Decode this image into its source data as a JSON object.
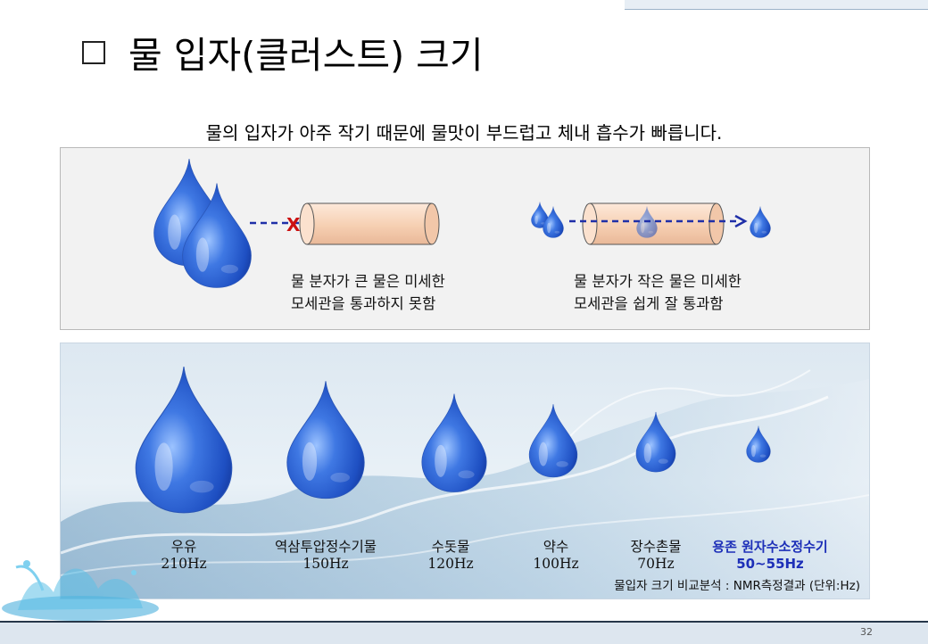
{
  "slide": {
    "title": "물 입자(클러스트) 크기",
    "subtitle": "물의 입자가 아주 작기 때문에 물맛이 부드럽고 체내 흡수가 빠릅니다.",
    "page_number": "32"
  },
  "capillary": {
    "blocked_mark": "X",
    "large": {
      "line1": "물 분자가 큰 물은 미세한",
      "line2": "모세관을 통과하지 못함"
    },
    "small": {
      "line1": "물 분자가 작은 물은 미세한",
      "line2": "모세관을 쉽게 잘 통과함"
    }
  },
  "comparison": {
    "items": [
      {
        "name": "우유",
        "value": "210Hz"
      },
      {
        "name": "역삼투압정수기물",
        "value": "150Hz"
      },
      {
        "name": "수돗물",
        "value": "120Hz"
      },
      {
        "name": "약수",
        "value": "100Hz"
      },
      {
        "name": "장수촌물",
        "value": "70Hz"
      },
      {
        "name": "용존 원자수소정수기",
        "value": "50~55Hz"
      }
    ],
    "note": "물입자 크기 비교분석 : NMR측정결과 (단위:Hz)"
  },
  "colors": {
    "drop": "#2f63d6",
    "tube": "#f9d9c0",
    "arrow": "#1f2fa8",
    "highlight": "#1d2fb8",
    "x_mark": "#cc1111"
  }
}
